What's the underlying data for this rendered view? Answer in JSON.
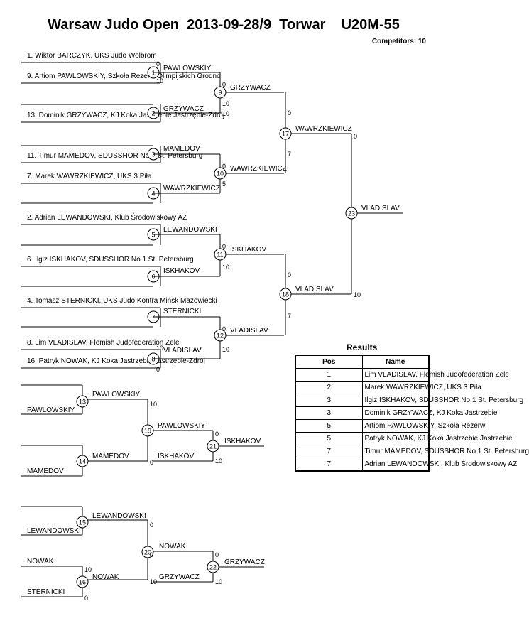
{
  "header": {
    "title": "Warsaw Judo Open  2013-09-28/9  Torwar    U20M-55",
    "competitors": "Competitors: 10"
  },
  "entries": [
    "1. Wiktor BARCZYK, UKS Judo  Wolbrom",
    "9. Artiom PAWLOWSKIY, Szkoła Rezerw Olimpijskich Grodno",
    "13. Dominik GRZYWACZ, KJ Koka Jastrzębie Jastrzębie-Zdrój",
    "11. Timur MAMEDOV, SDUSSHOR No 1 St. Petersburg",
    "7. Marek WAWRZKIEWICZ, UKS  3 Piła",
    "2. Adrian LEWANDOWSKI, Klub Środowiskowy AZ",
    "6. Ilgiz ISKHAKOV, SDUSSHOR No 1 St. Petersburg",
    "4. Tomasz STERNICKI, UKS Judo Kontra Mińsk Mazowiecki",
    "8. Lim VLADISLAV, Flemish Judofederation Zele",
    "16. Patryk NOWAK, KJ Koka Jastrzębie Jastrzębie-Zdrój"
  ],
  "matches": [
    {
      "num": "1",
      "winner": "PAWLOWSKIY",
      "scores": [
        "0",
        "10"
      ]
    },
    {
      "num": "2",
      "winner": "GRZYWACZ",
      "scores": [
        "10",
        ""
      ]
    },
    {
      "num": "3",
      "winner": "MAMEDOV",
      "scores": [
        "",
        ""
      ]
    },
    {
      "num": "4",
      "winner": "WAWRZKIEWICZ",
      "scores": [
        "",
        ""
      ]
    },
    {
      "num": "5",
      "winner": "LEWANDOWSKI",
      "scores": [
        "",
        ""
      ]
    },
    {
      "num": "6",
      "winner": "ISKHAKOV",
      "scores": [
        "",
        ""
      ]
    },
    {
      "num": "7",
      "winner": "STERNICKI",
      "scores": [
        "",
        ""
      ]
    },
    {
      "num": "8",
      "winner": "VLADISLAV",
      "scores": [
        "10",
        "0"
      ]
    },
    {
      "num": "9",
      "winner": "GRZYWACZ",
      "scores": [
        "0",
        "10"
      ]
    },
    {
      "num": "10",
      "winner": "WAWRZKIEWICZ",
      "scores": [
        "0",
        "5"
      ]
    },
    {
      "num": "11",
      "winner": "ISKHAKOV",
      "scores": [
        "0",
        "10"
      ]
    },
    {
      "num": "12",
      "winner": "VLADISLAV",
      "scores": [
        "0",
        "10"
      ]
    },
    {
      "num": "17",
      "winner": "WAWRZKIEWICZ",
      "scores": [
        "0",
        "7"
      ]
    },
    {
      "num": "18",
      "winner": "VLADISLAV",
      "scores": [
        "0",
        "7"
      ]
    },
    {
      "num": "23",
      "winner": "VLADISLAV",
      "scores": [
        "0",
        "10"
      ]
    }
  ],
  "repechage": {
    "block1": {
      "entries": [
        "PAWLOWSKIY",
        "MAMEDOV"
      ],
      "matches": [
        {
          "num": "13",
          "winner": "PAWLOWSKIY",
          "scores": [
            "10",
            ""
          ]
        },
        {
          "num": "14",
          "winner": "MAMEDOV",
          "scores": [
            "",
            ""
          ]
        },
        {
          "num": "19",
          "winner": "PAWLOWSKIY",
          "scores": [
            "0",
            "10"
          ]
        },
        {
          "num": "21",
          "winner": "ISKHAKOV",
          "scores": [
            "0",
            "10"
          ]
        }
      ],
      "lower_opponent": "ISKHAKOV"
    },
    "block2": {
      "entries": [
        "LEWANDOWSKI",
        "NOWAK",
        "STERNICKI"
      ],
      "matches": [
        {
          "num": "15",
          "winner": "LEWANDOWSKI",
          "scores": [
            "0",
            ""
          ]
        },
        {
          "num": "16",
          "winner": "NOWAK",
          "scores": [
            "10",
            "0"
          ]
        },
        {
          "num": "20",
          "winner": "NOWAK",
          "scores": [
            "0",
            "10"
          ]
        },
        {
          "num": "22",
          "winner": "GRZYWACZ",
          "scores": [
            "0",
            "10"
          ]
        }
      ],
      "lower_opponent": "GRZYWACZ"
    }
  },
  "results": {
    "title": "Results",
    "headers": [
      "Pos",
      "Name"
    ],
    "rows": [
      {
        "pos": "1",
        "name": "Lim VLADISLAV, Flemish Judofederation Zele"
      },
      {
        "pos": "2",
        "name": "Marek WAWRZKIEWICZ, UKS  3 Piła"
      },
      {
        "pos": "3",
        "name": "Ilgiz ISKHAKOV, SDUSSHOR No 1 St. Petersburg"
      },
      {
        "pos": "3",
        "name": "Dominik GRZYWACZ, KJ Koka Jastrzębie"
      },
      {
        "pos": "5",
        "name": "Artiom PAWLOWSKIY, Szkoła Rezerw"
      },
      {
        "pos": "5",
        "name": "Patryk NOWAK, KJ Koka Jastrzebie Jastrzebie"
      },
      {
        "pos": "7",
        "name": "Timur MAMEDOV, SDUSSHOR No 1 St. Petersburg"
      },
      {
        "pos": "7",
        "name": "Adrian LEWANDOWSKI, Klub Środowiskowy AZ"
      }
    ]
  }
}
